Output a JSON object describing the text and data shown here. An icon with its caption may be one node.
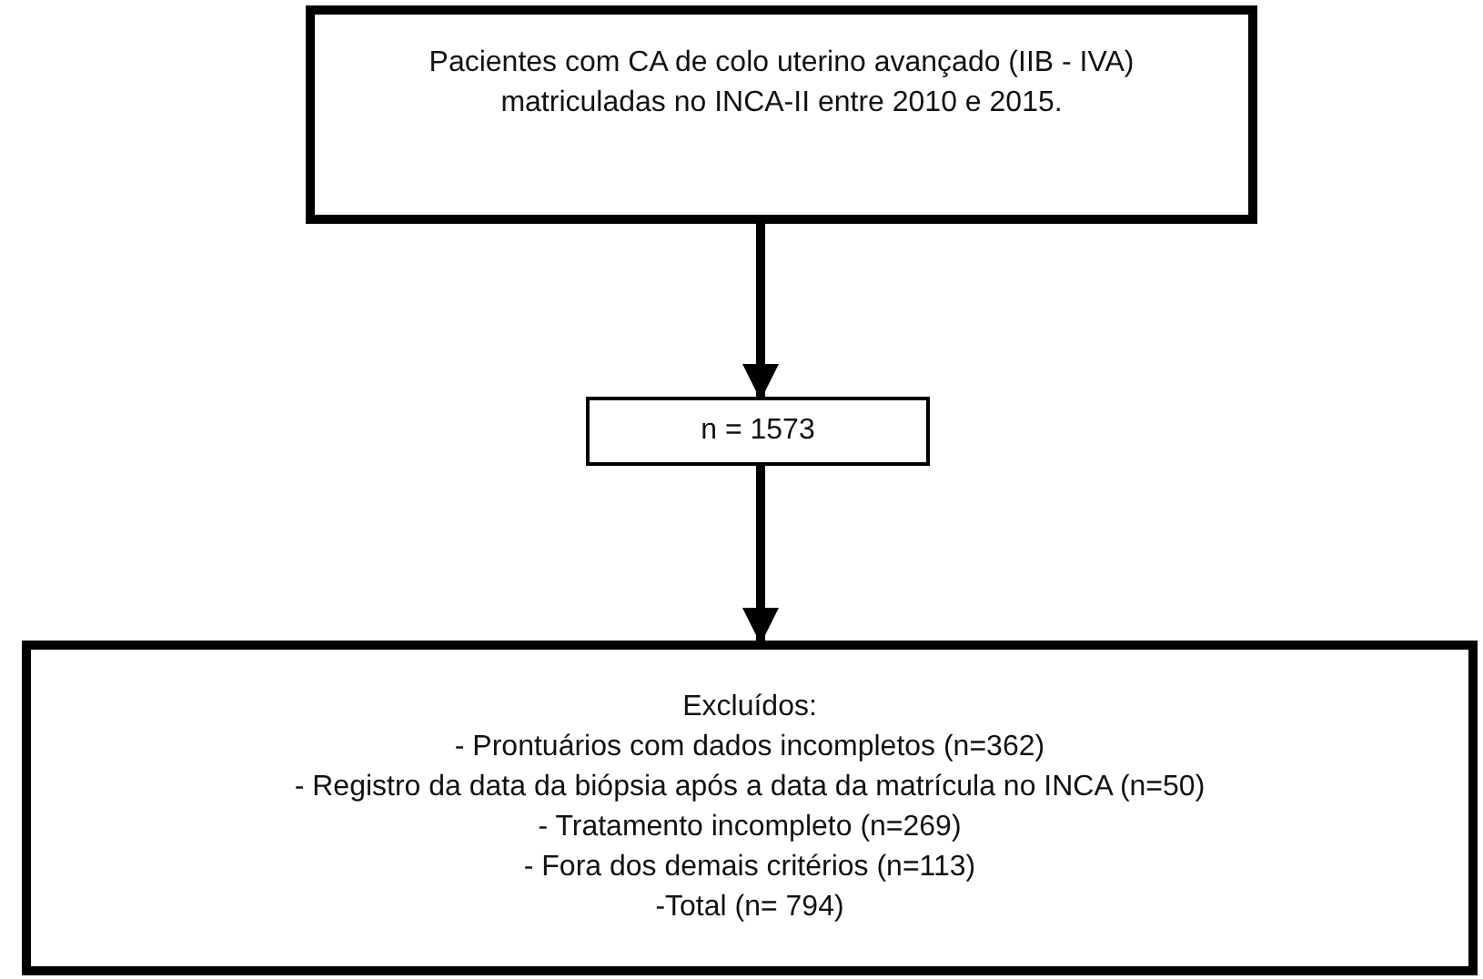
{
  "diagram": {
    "nodes": [
      {
        "text": [
          "Pacientes com CA de colo uterino avançado (IIB - IVA) matriculadas no INCA-II entre 2010 e 2015."
        ]
      },
      {
        "text": [
          "n = 1573"
        ]
      },
      {
        "text": [
          "Excluídos:",
          "- Prontuários com dados incompletos (n=362)",
          "- Registro da data da biópsia após a data da matrícula no INCA (n=50)",
          "- Tratamento incompleto (n=269)",
          "- Fora dos demais critérios (n=113)",
          "-Total (n= 794)"
        ]
      }
    ],
    "edges": [
      {
        "from": 0,
        "to": 1,
        "arrow": "to"
      },
      {
        "from": 1,
        "to": 2,
        "arrow": "to"
      }
    ]
  }
}
